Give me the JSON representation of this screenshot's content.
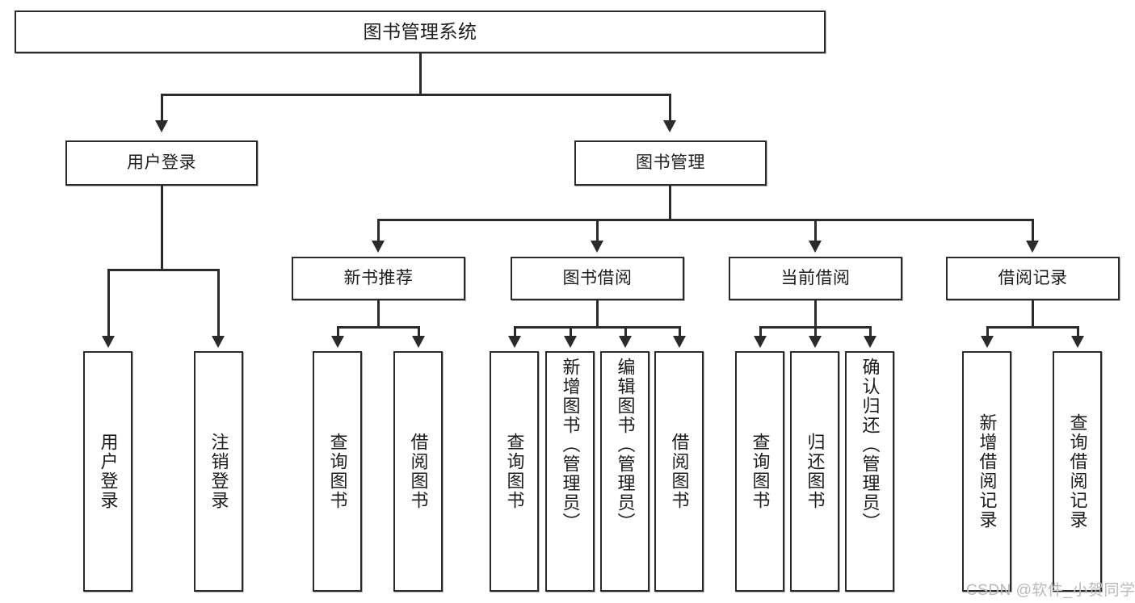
{
  "diagram": {
    "title": "图书管理系统",
    "type": "tree-hierarchy-chart",
    "root": {
      "label": "图书管理系统"
    },
    "level1": [
      {
        "label": "用户登录"
      },
      {
        "label": "图书管理"
      }
    ],
    "level2": [
      {
        "label": "新书推荐"
      },
      {
        "label": "图书借阅"
      },
      {
        "label": "当前借阅"
      },
      {
        "label": "借阅记录"
      }
    ],
    "leaves": {
      "user_login": [
        {
          "label": "用户登录"
        },
        {
          "label": "注销登录"
        }
      ],
      "new_book_recommend": [
        {
          "label": "查询图书"
        },
        {
          "label": "借阅图书"
        }
      ],
      "book_borrow": [
        {
          "label": "查询图书"
        },
        {
          "label": "新增图书（管理员）"
        },
        {
          "label": "编辑图书（管理员）"
        },
        {
          "label": "借阅图书"
        }
      ],
      "current_borrow": [
        {
          "label": "查询图书"
        },
        {
          "label": "归还图书"
        },
        {
          "label": "确认归还（管理员）"
        }
      ],
      "borrow_record": [
        {
          "label": "新增借阅记录"
        },
        {
          "label": "查询借阅记录"
        }
      ]
    }
  },
  "watermark": {
    "text": "CSDN @软件_小贺同学"
  },
  "colors": {
    "border": "#2b2b2b",
    "text": "#1c1c1c",
    "background": "#ffffff",
    "watermark": "#b9b9b9"
  }
}
